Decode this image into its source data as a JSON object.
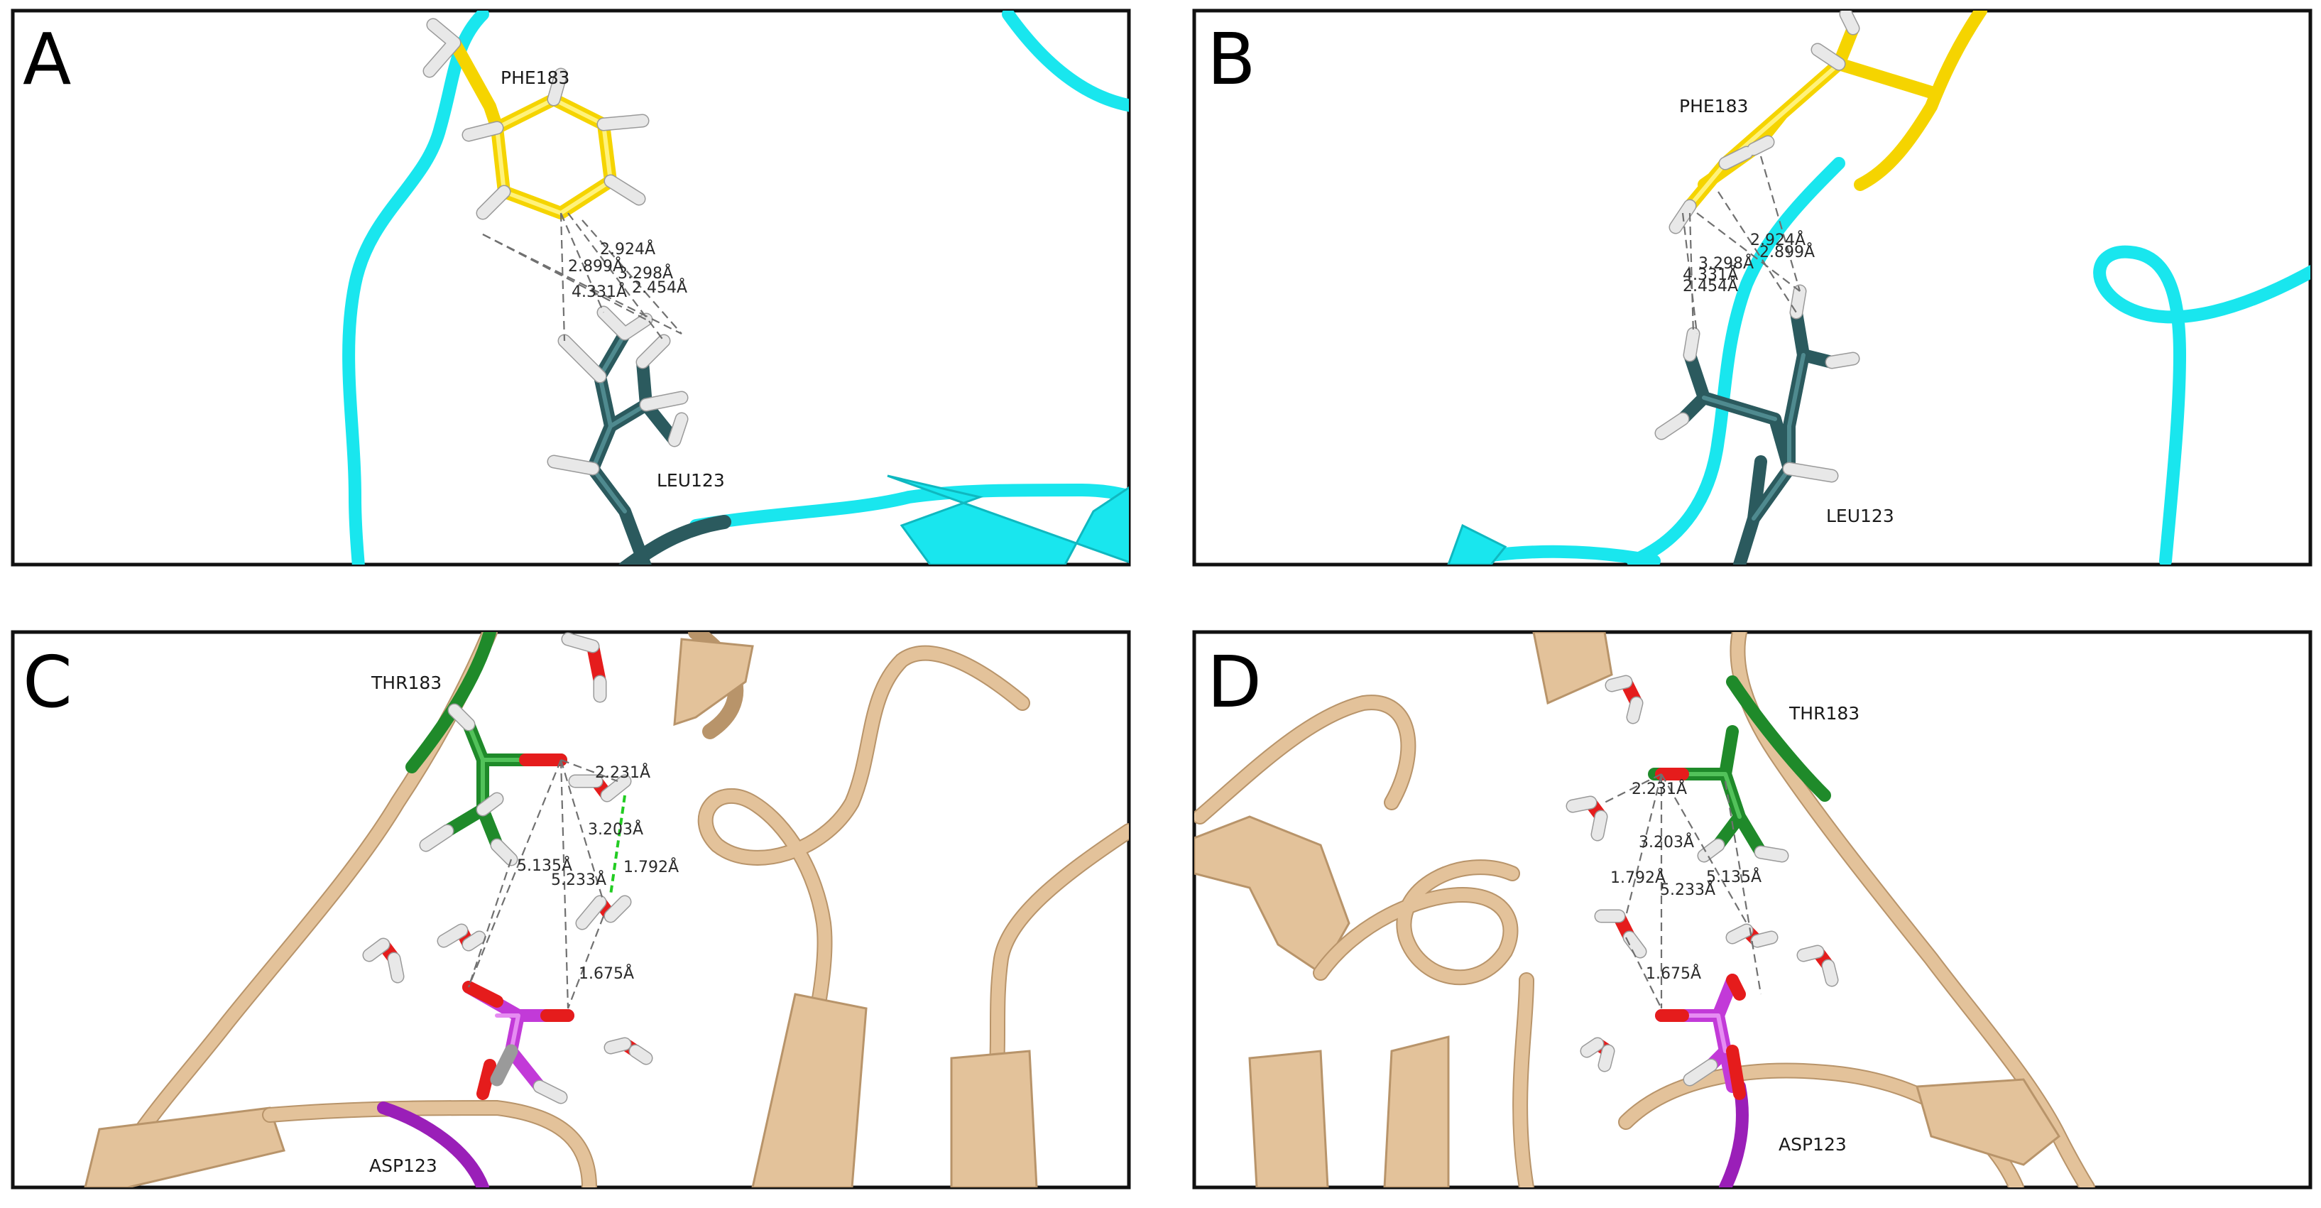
{
  "panels": [
    {
      "letter": "A",
      "residues": [
        "PHE183",
        "LEU123"
      ],
      "distances": [
        "2.924Å",
        "2.899Å",
        "3.298Å",
        "4.331Å",
        "2.454Å"
      ]
    },
    {
      "letter": "B",
      "residues": [
        "PHE183",
        "LEU123"
      ],
      "distances": [
        "2.924Å",
        "2.899Å",
        "3.298Å",
        "4.331Å",
        "2.454Å"
      ]
    },
    {
      "letter": "C",
      "residues": [
        "THR183",
        "ASP123"
      ],
      "distances": [
        "2.231Å",
        "3.203Å",
        "1.792Å",
        "5.135Å",
        "5.233Å",
        "1.675Å"
      ]
    },
    {
      "letter": "D",
      "residues": [
        "THR183",
        "ASP123"
      ],
      "distances": [
        "2.231Å",
        "3.203Å",
        "1.792Å",
        "5.233Å",
        "5.135Å",
        "1.675Å"
      ]
    }
  ],
  "colors": {
    "ribbon_cyan": "#19e6ee",
    "ribbon_tan": "#e3c29a",
    "phe": "#f5d400",
    "leu": "#2b5a5e",
    "thr": "#1f8a2a",
    "asp": "#c23ad8",
    "oxygen": "#e51c1c",
    "hydrogen": "#e8e8e8",
    "hbond": "#22cc22"
  }
}
